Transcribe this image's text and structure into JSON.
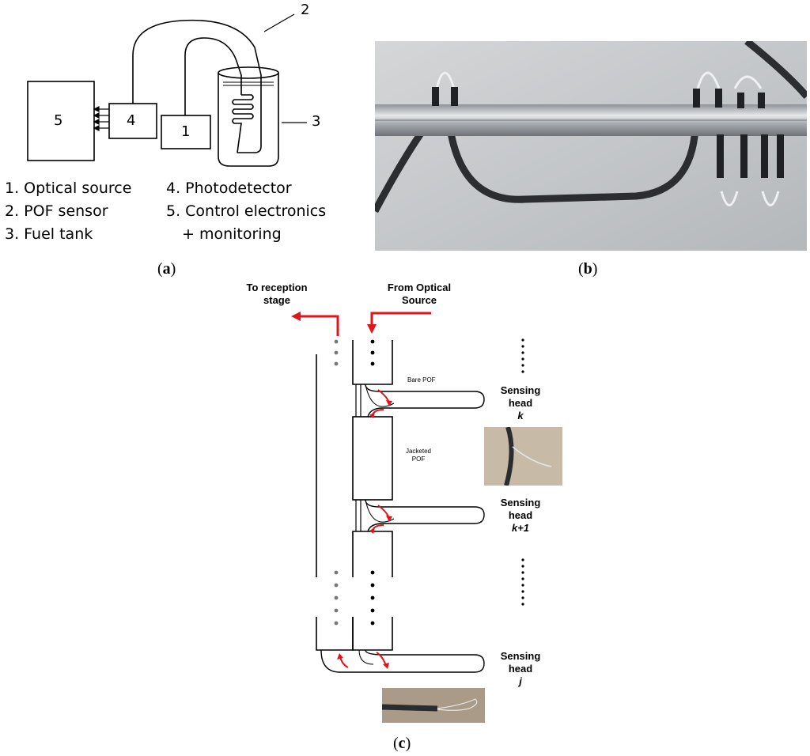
{
  "panel_a": {
    "blocks": [
      "5",
      "4",
      "1",
      "2",
      "3"
    ],
    "legend_left": [
      "1. Optical source",
      "2. POF sensor",
      "3. Fuel tank"
    ],
    "legend_right": [
      "4. Photodetector",
      "5. Control electronics",
      "+ monitoring"
    ],
    "label_letter": "a"
  },
  "panel_b": {
    "label_letter": "b"
  },
  "panel_c": {
    "to_reception": [
      "To reception",
      "stage"
    ],
    "from_source": [
      "From Optical",
      "Source"
    ],
    "bare_pof": "Bare POF",
    "jacketed_pof": [
      "Jacketed",
      "POF"
    ],
    "sensing_heads": [
      {
        "line1": "Sensing",
        "line2": "head",
        "index": "k"
      },
      {
        "line1": "Sensing",
        "line2": "head",
        "index": "k+1"
      },
      {
        "line1": "Sensing",
        "line2": "head",
        "index": "j"
      }
    ],
    "label_letter": "c"
  },
  "colors": {
    "arrow": "#e0141b",
    "line": "#000000",
    "photo_bg": "#c9ccd0",
    "rod": "#b8bcc0"
  }
}
